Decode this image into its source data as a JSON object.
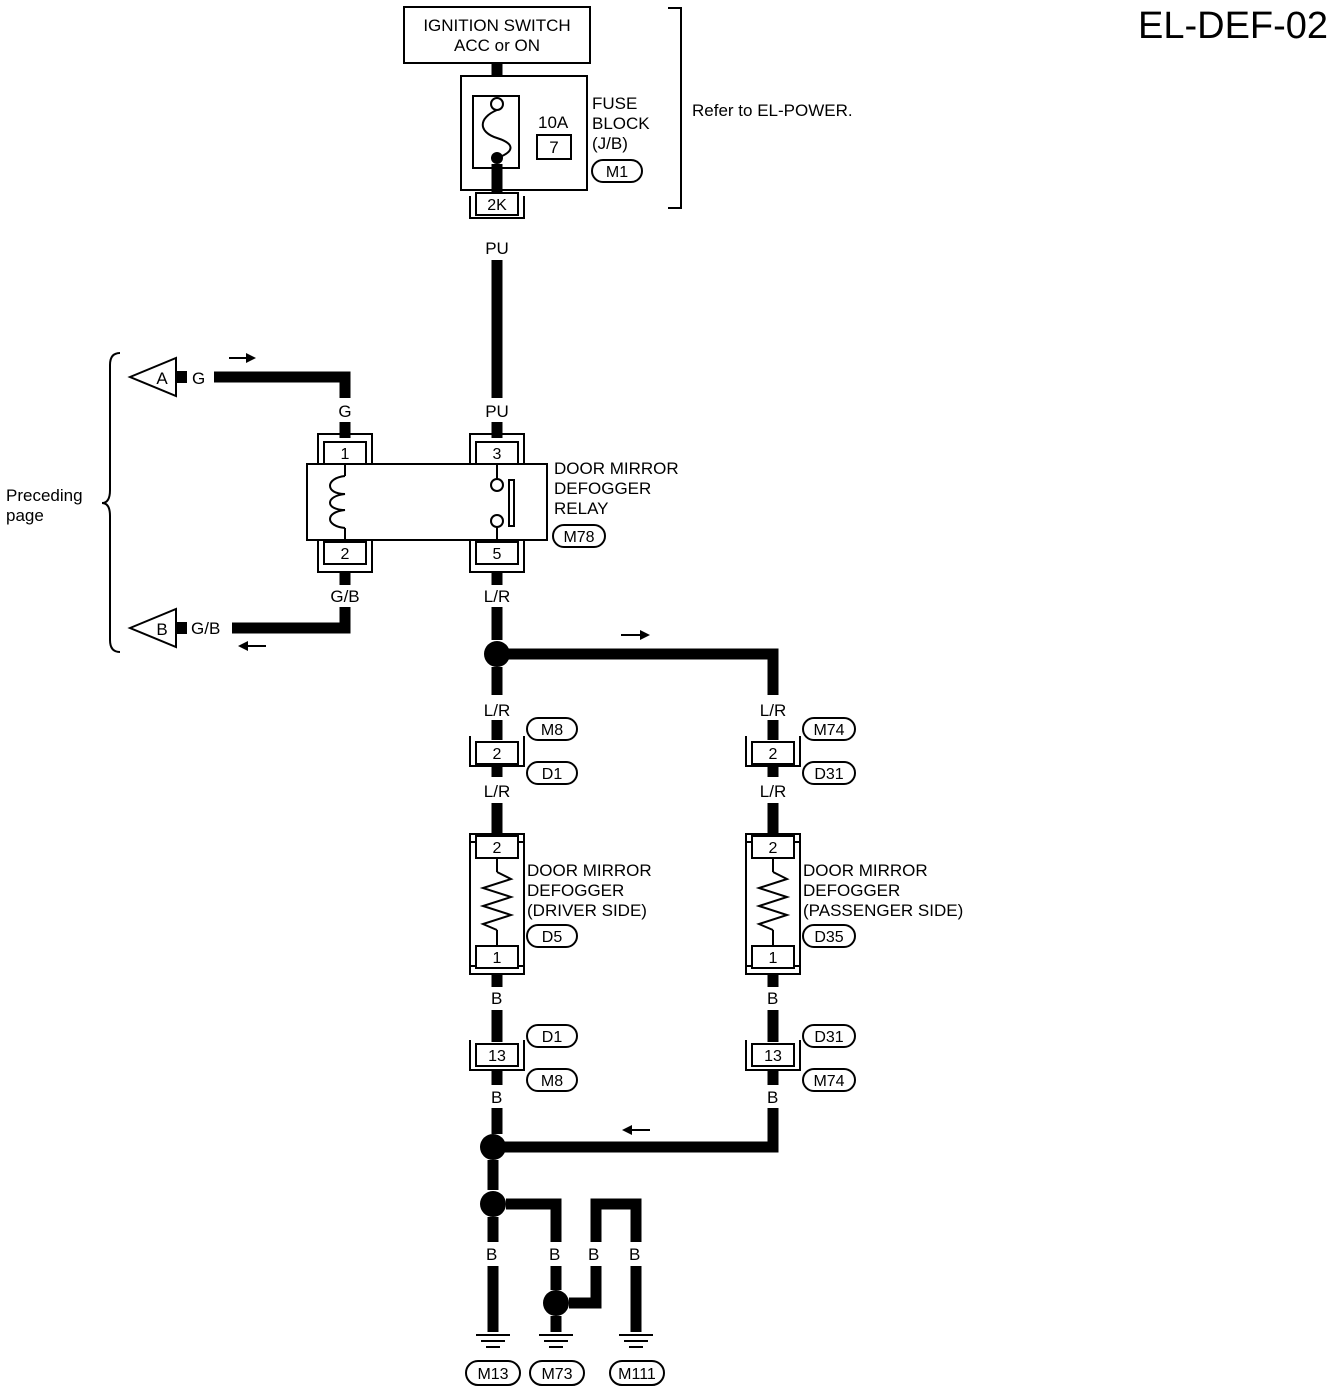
{
  "diagram_id": "EL-DEF-02",
  "ignition": {
    "line1": "IGNITION SWITCH",
    "line2": "ACC or ON"
  },
  "fuse_block": {
    "rating": "10A",
    "number": "7",
    "label1": "FUSE",
    "label2": "BLOCK",
    "label3": "(J/B)",
    "connector": "M1",
    "terminal": "2K"
  },
  "refer_note": "Refer to EL-POWER.",
  "preceding": {
    "line1": "Preceding",
    "line2": "page"
  },
  "relay": {
    "label1": "DOOR MIRROR",
    "label2": "DEFOGGER",
    "label3": "RELAY",
    "connector": "M78",
    "pins": [
      "1",
      "3",
      "2",
      "5"
    ]
  },
  "wires": {
    "pu": "PU",
    "g": "G",
    "gb": "G/B",
    "lr": "L/R",
    "b": "B"
  },
  "terminals": {
    "a": "A",
    "b": "B"
  },
  "driver": {
    "label1": "DOOR MIRROR",
    "label2": "DEFOGGER",
    "label3": "(DRIVER SIDE)",
    "connector": "D5",
    "pin_top": "2",
    "pin_bottom": "1",
    "joint_top": {
      "pin": "2",
      "upper": "M8",
      "lower": "D1"
    },
    "joint_bottom": {
      "pin": "13",
      "upper": "D1",
      "lower": "M8"
    }
  },
  "passenger": {
    "label1": "DOOR MIRROR",
    "label2": "DEFOGGER",
    "label3": "(PASSENGER SIDE)",
    "connector": "D35",
    "pin_top": "2",
    "pin_bottom": "1",
    "joint_top": {
      "pin": "2",
      "upper": "M74",
      "lower": "D31"
    },
    "joint_bottom": {
      "pin": "13",
      "upper": "D31",
      "lower": "M74"
    }
  },
  "grounds": [
    "M13",
    "M73",
    "M111"
  ]
}
